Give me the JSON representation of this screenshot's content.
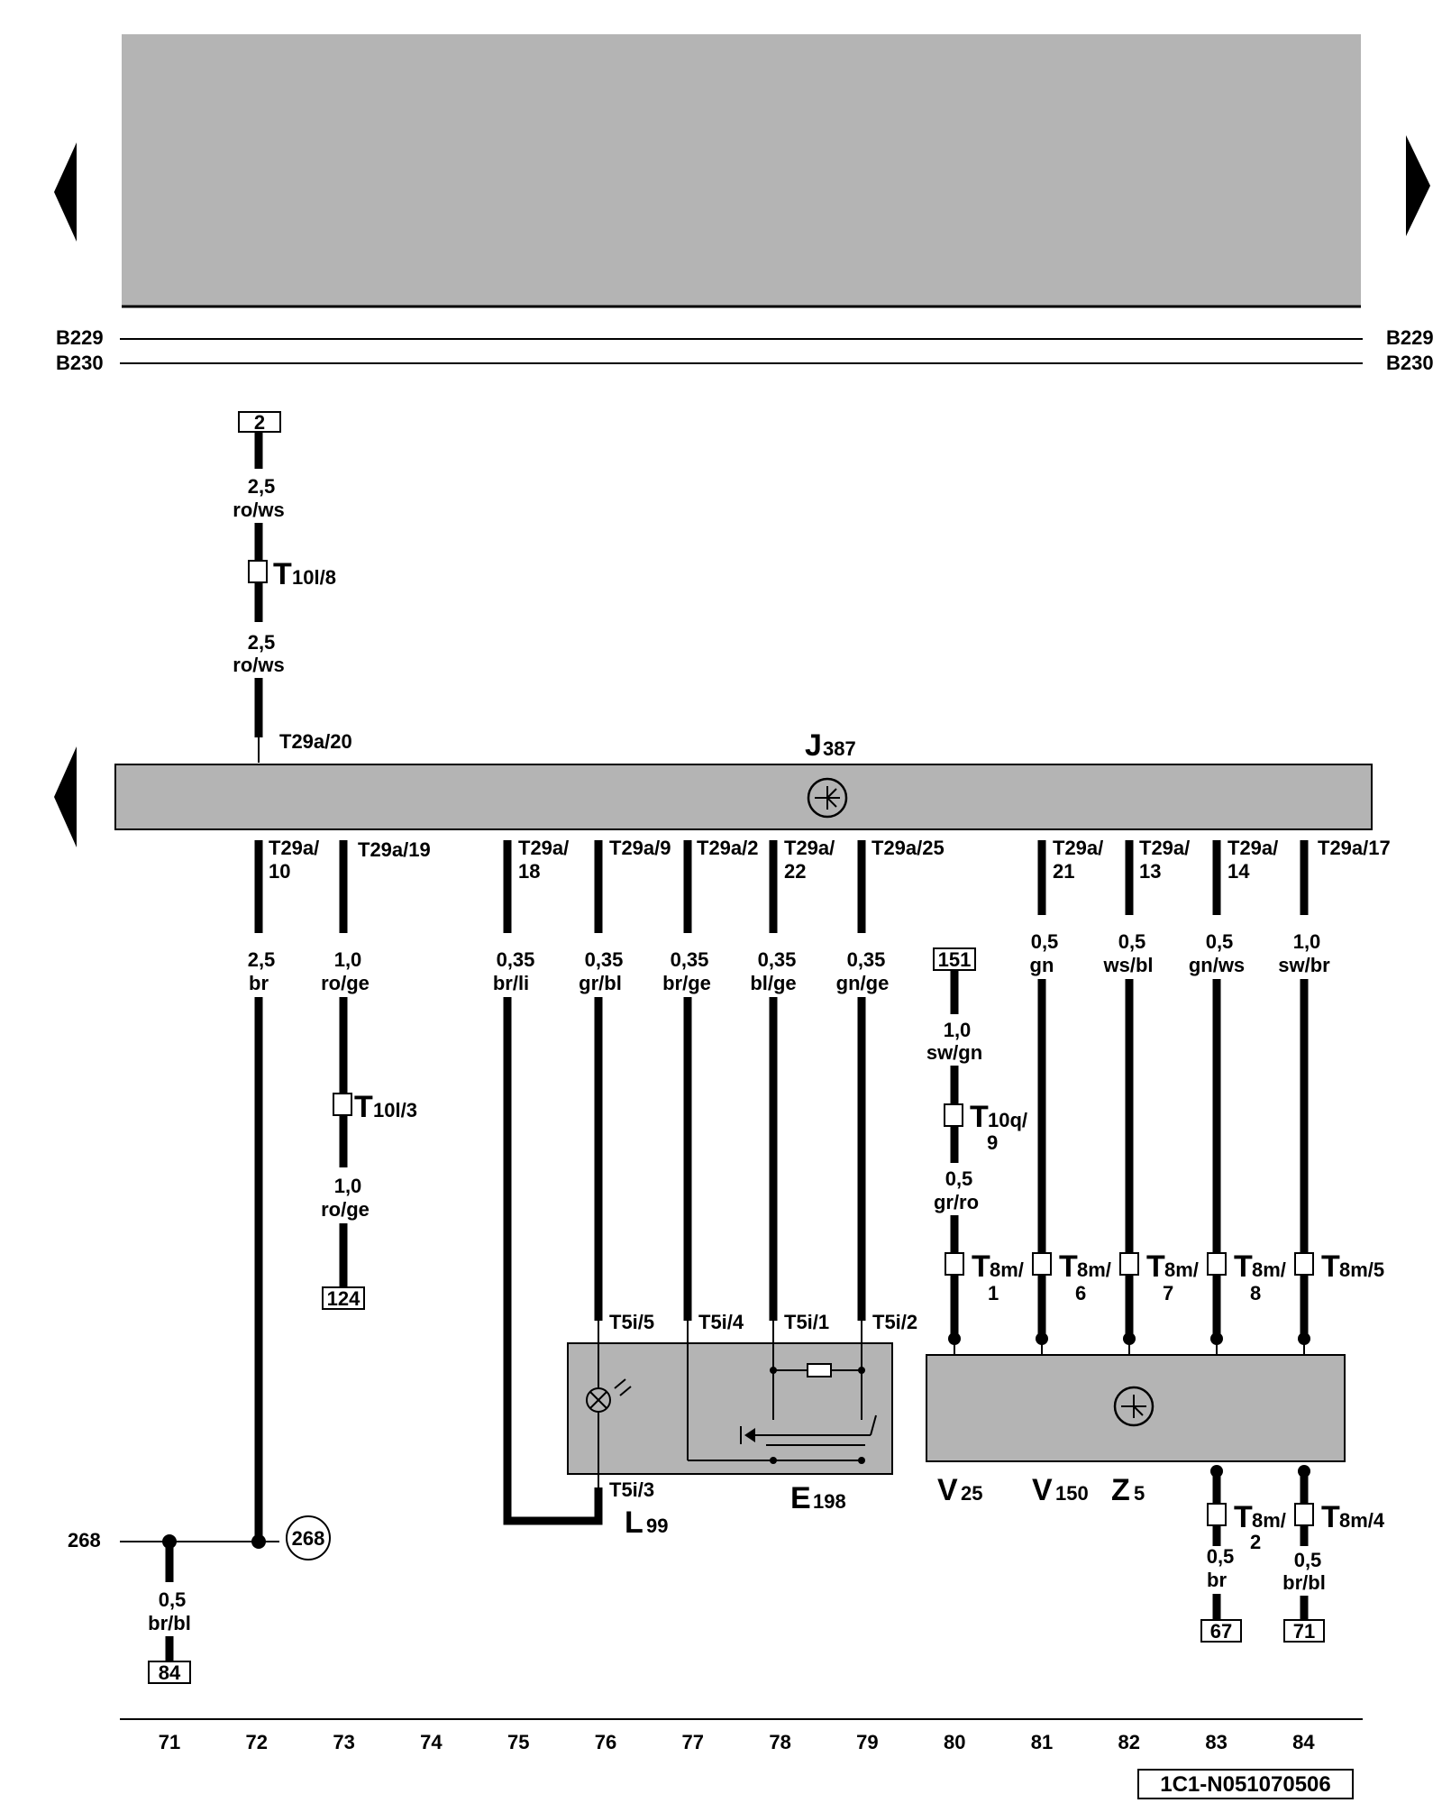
{
  "nav": {
    "left_arrow_icon": "triangle-left-icon",
    "right_arrow_icon": "triangle-right-icon"
  },
  "buses": {
    "b229": "B229",
    "b230": "B230"
  },
  "refs": {
    "r2": "2",
    "r124": "124",
    "r151": "151",
    "r84": "84",
    "r67": "67",
    "r71": "71",
    "r268_text": "268",
    "r268_circle": "268"
  },
  "wires": {
    "w72_top_a_size": "2,5",
    "w72_top_a_color": "ro/ws",
    "w72_top_b_size": "2,5",
    "w72_top_b_color": "ro/ws",
    "w72_size": "2,5",
    "w72_color": "br",
    "w73_a_size": "1,0",
    "w73_a_color": "ro/ge",
    "w73_b_size": "1,0",
    "w73_b_color": "ro/ge",
    "w75_size": "0,35",
    "w75_color": "br/li",
    "w76_size": "0,35",
    "w76_color": "gr/bl",
    "w77_size": "0,35",
    "w77_color": "br/ge",
    "w78_size": "0,35",
    "w78_color": "bl/ge",
    "w79_size": "0,35",
    "w79_color": "gn/ge",
    "w80_a_size": "1,0",
    "w80_a_color": "sw/gn",
    "w80_b_size": "0,5",
    "w80_b_color": "gr/ro",
    "w81_size": "0,5",
    "w81_color": "gn",
    "w82_size": "0,5",
    "w82_color": "ws/bl",
    "w83_size": "0,5",
    "w83_color": "gn/ws",
    "w84_size": "1,0",
    "w84_color": "sw/br",
    "w71_size": "0,5",
    "w71_color": "br/bl",
    "w83b_size": "0,5",
    "w83b_color": "br",
    "w84b_size": "0,5",
    "w84b_color": "br/bl"
  },
  "pins": {
    "p20": "T29a/20",
    "p10_a": "T29a/",
    "p10_b": "10",
    "p19": "T29a/19",
    "p18_a": "T29a/",
    "p18_b": "18",
    "p9": "T29a/9",
    "p2": "T29a/2",
    "p22_a": "T29a/",
    "p22_b": "22",
    "p25": "T29a/25",
    "p21_a": "T29a/",
    "p21_b": "21",
    "p13_a": "T29a/",
    "p13_b": "13",
    "p14_a": "T29a/",
    "p14_b": "14",
    "p17": "T29a/17",
    "t5i5": "T5i/5",
    "t5i4": "T5i/4",
    "t5i1": "T5i/1",
    "t5i2": "T5i/2",
    "t5i3": "T5i/3"
  },
  "connectors": {
    "t10l8_main": "T",
    "t10l8_sub": "10l/8",
    "t10l3_main": "T",
    "t10l3_sub": "10l/3",
    "t10q_main": "T",
    "t10q_sub": "10q/",
    "t10q_num": "9",
    "t8m1_main": "T",
    "t8m1_sub": "8m/",
    "t8m1_num": "1",
    "t8m6_main": "T",
    "t8m6_sub": "8m/",
    "t8m6_num": "6",
    "t8m7_main": "T",
    "t8m7_sub": "8m/",
    "t8m7_num": "7",
    "t8m8_main": "T",
    "t8m8_sub": "8m/",
    "t8m8_num": "8",
    "t8m5_main": "T",
    "t8m5_sub": "8m/5",
    "t8m2_main": "T",
    "t8m2_sub": "8m/",
    "t8m2_num": "2",
    "t8m4_main": "T",
    "t8m4_sub": "8m/4"
  },
  "components": {
    "j387_main": "J",
    "j387_sub": "387",
    "l99_main": "L",
    "l99_sub": "99",
    "e198_main": "E",
    "e198_sub": "198",
    "v25_main": "V",
    "v25_sub": "25",
    "v150_main": "V",
    "v150_sub": "150",
    "z5_main": "Z",
    "z5_sub": "5"
  },
  "columns": [
    "71",
    "72",
    "73",
    "74",
    "75",
    "76",
    "77",
    "78",
    "79",
    "80",
    "81",
    "82",
    "83",
    "84"
  ],
  "doc_id": "1C1-N051070506"
}
